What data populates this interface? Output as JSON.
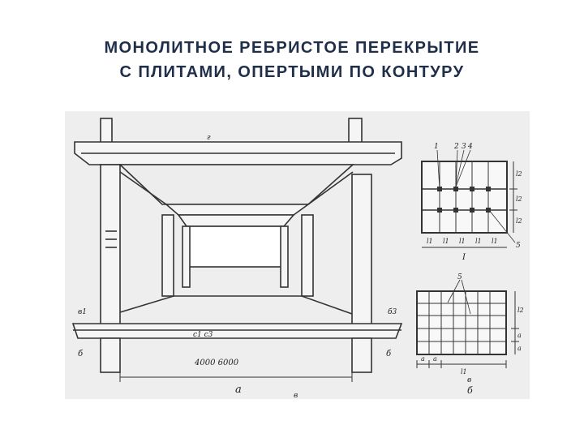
{
  "slide": {
    "title_line1": "МОНОЛИТНОЕ РЕБРИСТОЕ ПЕРЕКРЫТИЕ",
    "title_line2": "С ПЛИТАМИ, ОПЕРТЫМИ ПО КОНТУРУ"
  },
  "figure": {
    "main_view": {
      "caption": "а",
      "dimension_text": "4000  6000",
      "section_mark_top": "г",
      "left_mark_top": "в1",
      "left_mark_bottom": "б",
      "right_mark_top": "б3",
      "right_mark_bottom": "б",
      "center_mark": "с1 с3",
      "bottom_mark": "в"
    },
    "plan_top": {
      "caption": "I",
      "callouts": [
        "1",
        "2",
        "3",
        "4"
      ],
      "callout_right": "5",
      "bottom_dims": [
        "l1",
        "l1",
        "l1",
        "l1",
        "l1"
      ],
      "right_dims": [
        "l2",
        "l2",
        "l2"
      ]
    },
    "plan_bottom": {
      "caption": "б",
      "sub_caption": "в",
      "callout": "5",
      "bottom_dims": [
        "а",
        "а",
        "l1"
      ],
      "right_dims": [
        "l2",
        "а",
        "а"
      ]
    }
  }
}
